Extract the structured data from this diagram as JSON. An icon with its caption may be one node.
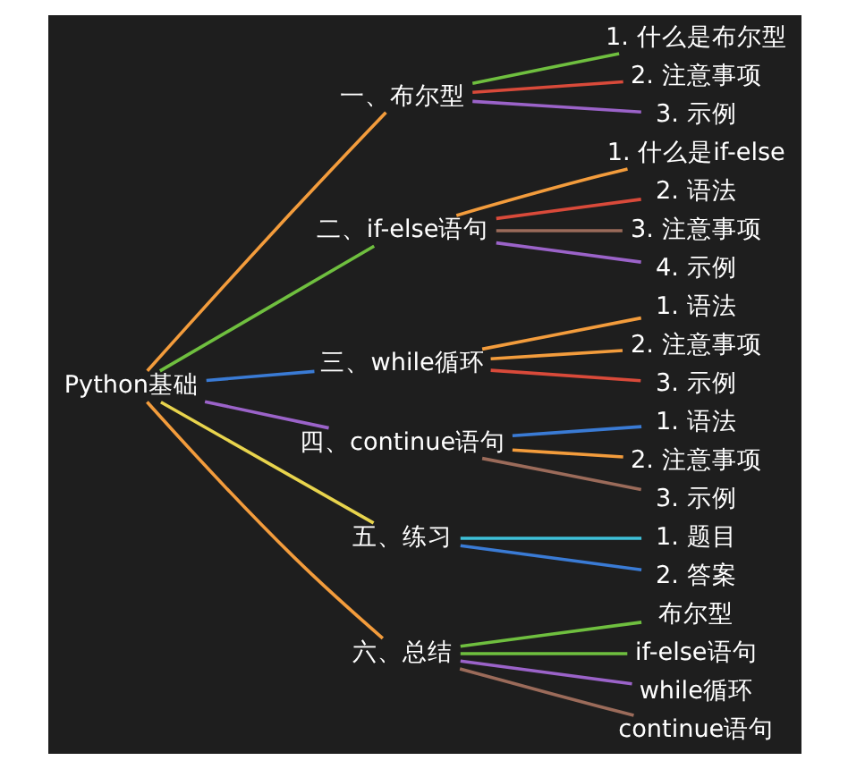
{
  "diagram": {
    "nodes": [
      {
        "text": [
          "Python基础"
        ]
      },
      {
        "text": [
          "一、布尔型"
        ]
      },
      {
        "text": [
          "1. 什么是布尔型"
        ]
      },
      {
        "text": [
          "2. 注意事项"
        ]
      },
      {
        "text": [
          "3. 示例"
        ]
      },
      {
        "text": [
          "二、if-else语句"
        ]
      },
      {
        "text": [
          "1. 什么是if-else"
        ]
      },
      {
        "text": [
          "2. 语法"
        ]
      },
      {
        "text": [
          "3. 注意事项"
        ]
      },
      {
        "text": [
          "4. 示例"
        ]
      },
      {
        "text": [
          "三、while循环"
        ]
      },
      {
        "text": [
          "1. 语法"
        ]
      },
      {
        "text": [
          "2. 注意事项"
        ]
      },
      {
        "text": [
          "3. 示例"
        ]
      },
      {
        "text": [
          "四、continue语句"
        ]
      },
      {
        "text": [
          "1. 语法"
        ]
      },
      {
        "text": [
          "2. 注意事项"
        ]
      },
      {
        "text": [
          "3. 示例"
        ]
      },
      {
        "text": [
          "五、练习"
        ]
      },
      {
        "text": [
          "1. 题目"
        ]
      },
      {
        "text": [
          "2. 答案"
        ]
      },
      {
        "text": [
          "六、总结"
        ]
      },
      {
        "text": [
          "布尔型"
        ]
      },
      {
        "text": [
          "if-else语句"
        ]
      },
      {
        "text": [
          "while循环"
        ]
      },
      {
        "text": [
          "continue语句"
        ]
      }
    ],
    "edges": [
      {
        "from": 0,
        "to": 1,
        "arrow": "none",
        "color": "#f39c3c"
      },
      {
        "from": 1,
        "to": 2,
        "arrow": "none",
        "color": "#6fbf3f"
      },
      {
        "from": 1,
        "to": 3,
        "arrow": "none",
        "color": "#d94a3a"
      },
      {
        "from": 1,
        "to": 4,
        "arrow": "none",
        "color": "#9b63c9"
      },
      {
        "from": 0,
        "to": 5,
        "arrow": "none",
        "color": "#6fbf3f"
      },
      {
        "from": 5,
        "to": 6,
        "arrow": "none",
        "color": "#f39c3c"
      },
      {
        "from": 5,
        "to": 7,
        "arrow": "none",
        "color": "#d94a3a"
      },
      {
        "from": 5,
        "to": 8,
        "arrow": "none",
        "color": "#9b6b5a"
      },
      {
        "from": 5,
        "to": 9,
        "arrow": "none",
        "color": "#9b63c9"
      },
      {
        "from": 0,
        "to": 10,
        "arrow": "none",
        "color": "#3a7bd5"
      },
      {
        "from": 10,
        "to": 11,
        "arrow": "none",
        "color": "#f39c3c"
      },
      {
        "from": 10,
        "to": 12,
        "arrow": "none",
        "color": "#f39c3c"
      },
      {
        "from": 10,
        "to": 13,
        "arrow": "none",
        "color": "#d94a3a"
      },
      {
        "from": 0,
        "to": 14,
        "arrow": "none",
        "color": "#9b63c9"
      },
      {
        "from": 14,
        "to": 15,
        "arrow": "none",
        "color": "#3a7bd5"
      },
      {
        "from": 14,
        "to": 16,
        "arrow": "none",
        "color": "#f39c3c"
      },
      {
        "from": 14,
        "to": 17,
        "arrow": "none",
        "color": "#9b6b5a"
      },
      {
        "from": 0,
        "to": 18,
        "arrow": "none",
        "color": "#e8d44d"
      },
      {
        "from": 18,
        "to": 19,
        "arrow": "none",
        "color": "#3fc1d9"
      },
      {
        "from": 18,
        "to": 20,
        "arrow": "none",
        "color": "#3a7bd5"
      },
      {
        "from": 0,
        "to": 21,
        "arrow": "none",
        "color": "#f39c3c"
      },
      {
        "from": 21,
        "to": 22,
        "arrow": "none",
        "color": "#6fbf3f"
      },
      {
        "from": 21,
        "to": 23,
        "arrow": "none",
        "color": "#6fbf3f"
      },
      {
        "from": 21,
        "to": 24,
        "arrow": "none",
        "color": "#9b63c9"
      },
      {
        "from": 21,
        "to": 25,
        "arrow": "none",
        "color": "#9b6b5a"
      }
    ]
  }
}
